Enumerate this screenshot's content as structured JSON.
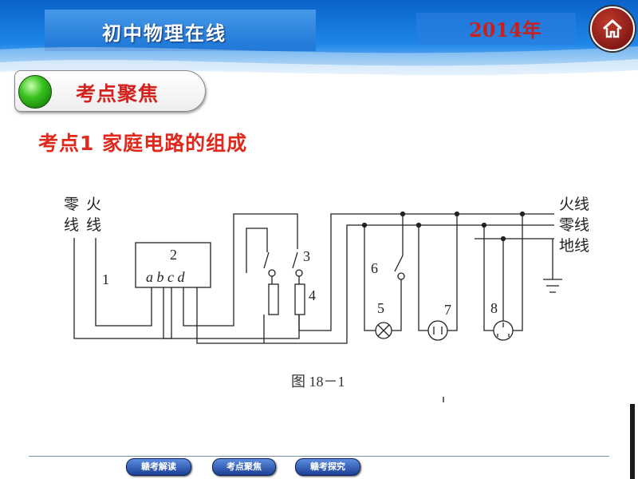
{
  "header": {
    "app_title": "初中物理在线",
    "year": "2014年",
    "home_icon": "home-icon"
  },
  "section": {
    "title": "考点聚焦",
    "topic": "考点1  家庭电路的组成"
  },
  "diagram": {
    "left_labels": [
      "零",
      "线",
      "火",
      "线"
    ],
    "right_labels": [
      "火线",
      "零线",
      "地线"
    ],
    "box_number": "2",
    "box_terminals": "a b c d",
    "component_labels": [
      "1",
      "3",
      "4",
      "5",
      "6",
      "7",
      "8"
    ],
    "caption": "图 18－1"
  },
  "nav": {
    "buttons": [
      "赣考解读",
      "考点聚焦",
      "赣考探究"
    ]
  },
  "colors": {
    "accent_red": "#d4231f",
    "banner_blue": "#1f6fd6",
    "nav_blue": "#1c3f94"
  }
}
